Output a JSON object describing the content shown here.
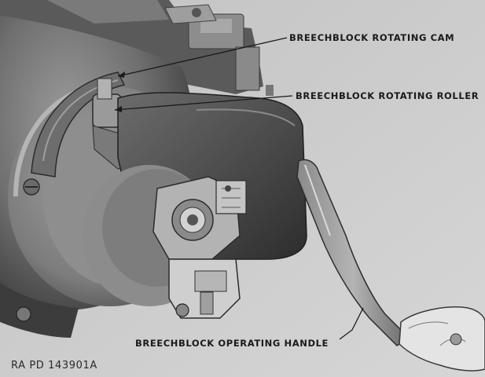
{
  "figure": {
    "callouts": {
      "cam": "BREECHBLOCK ROTATING CAM",
      "roller": "BREECHBLOCK ROTATING ROLLER",
      "handle": "BREECHBLOCK OPERATING HANDLE"
    },
    "plate_number": "RA PD 143901A"
  }
}
